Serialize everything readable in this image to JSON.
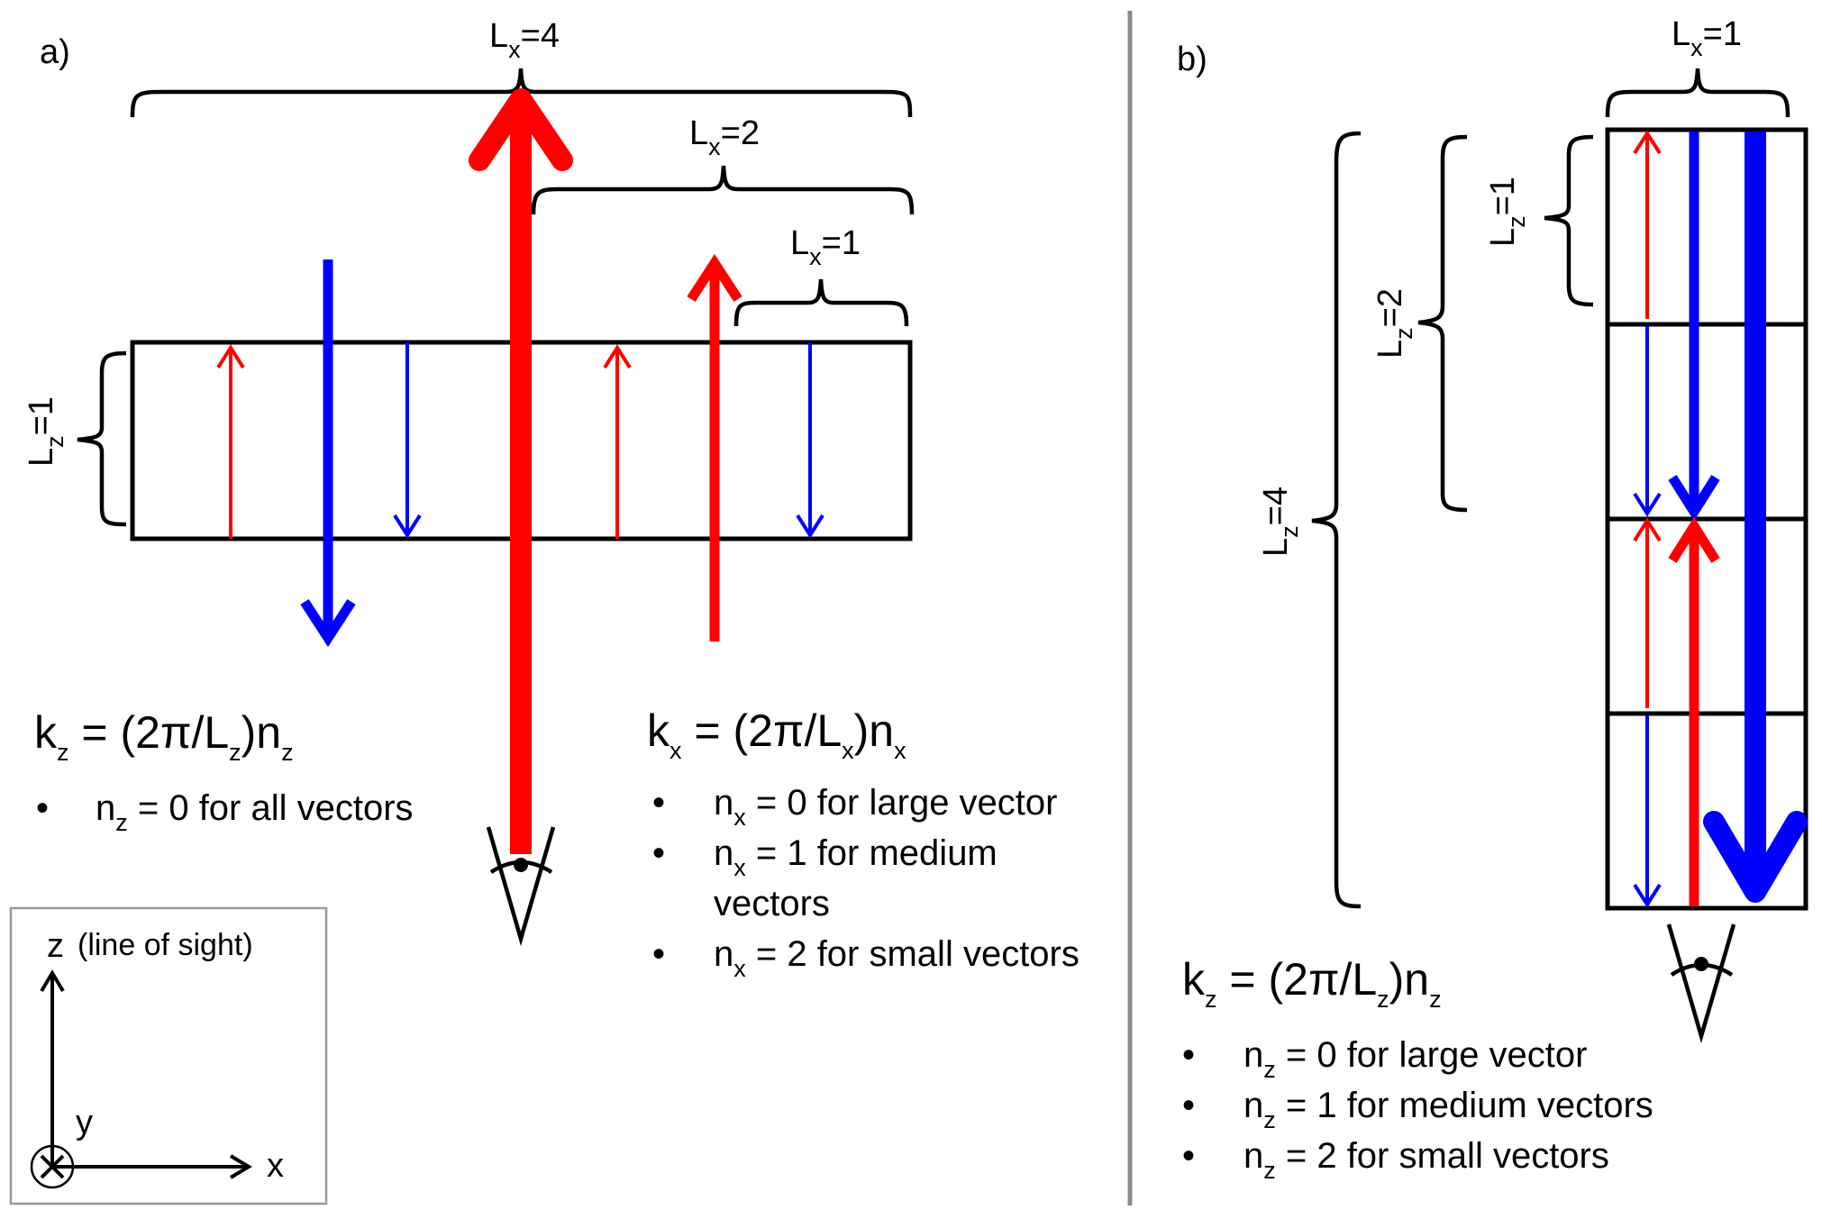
{
  "colors": {
    "red": "#ff0000",
    "blue": "#0000ff",
    "black": "#000000",
    "divider": "#8c8c8c",
    "axes_box": "#999999"
  },
  "icons": [
    "eye-icon",
    "arrow-up",
    "arrow-down",
    "into-page-icon"
  ],
  "panel_a": {
    "label": "a)",
    "lx4": {
      "main": "L",
      "sub": "x",
      "rest": "=4"
    },
    "lx2": {
      "main": "L",
      "sub": "x",
      "rest": "=2"
    },
    "lx1": {
      "main": "L",
      "sub": "x",
      "rest": "=1"
    },
    "lz1": {
      "main": "L",
      "sub": "z",
      "rest": "=1"
    },
    "kz_eq": {
      "k": "k",
      "ksub": "z",
      "mid": " = (2π/L",
      "lsub": "z",
      "close": ")n",
      "nsub": "z"
    },
    "kz_bullets": [
      {
        "dot": "•",
        "n": "n",
        "sub": "z",
        "text": " = 0 for all vectors"
      }
    ],
    "kx_eq": {
      "k": "k",
      "ksub": "x",
      "mid": " = (2π/L",
      "lsub": "x",
      "close": ")n",
      "nsub": "x"
    },
    "kx_bullets": [
      {
        "dot": "•",
        "n": "n",
        "sub": "x",
        "text": " = 0 for large vector"
      },
      {
        "dot": "•",
        "n": "n",
        "sub": "x",
        "text": " = 1 for medium"
      },
      {
        "dot": "",
        "n": "",
        "sub": "",
        "text": "vectors"
      },
      {
        "dot": "•",
        "n": "n",
        "sub": "x",
        "text": " = 2 for small vectors"
      }
    ],
    "axes": {
      "z": "z",
      "z_note": "(line of sight)",
      "y": "y",
      "x": "x"
    }
  },
  "panel_b": {
    "label": "b)",
    "lx1": {
      "main": "L",
      "sub": "x",
      "rest": "=1"
    },
    "lz1": {
      "main": "L",
      "sub": "z",
      "rest": "=1"
    },
    "lz2": {
      "main": "L",
      "sub": "z",
      "rest": "=2"
    },
    "lz4": {
      "main": "L",
      "sub": "z",
      "rest": "=4"
    },
    "kz_eq": {
      "k": "k",
      "ksub": "z",
      "mid": " = (2π/L",
      "lsub": "z",
      "close": ")n",
      "nsub": "z"
    },
    "kz_bullets": [
      {
        "dot": "•",
        "n": "n",
        "sub": "z",
        "text": " = 0 for large vector"
      },
      {
        "dot": "•",
        "n": "n",
        "sub": "z",
        "text": " = 1 for medium vectors"
      },
      {
        "dot": "•",
        "n": "n",
        "sub": "z",
        "text": " = 2 for small vectors"
      }
    ]
  }
}
